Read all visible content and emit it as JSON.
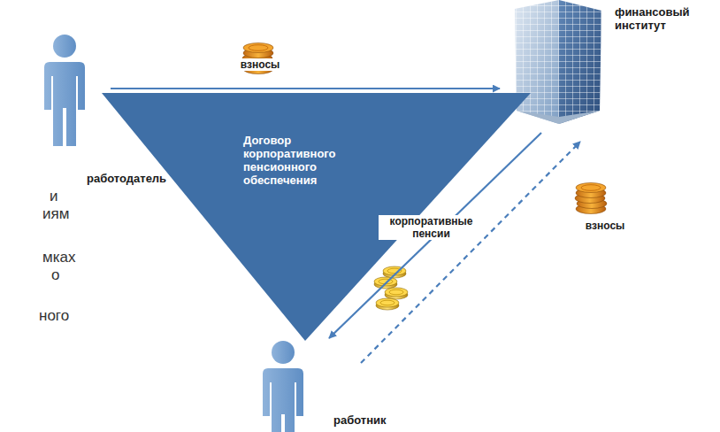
{
  "diagram": {
    "nodes": [
      {
        "text": [
          "работодатель"
        ]
      },
      {
        "text": [
          "финансовый институт"
        ]
      },
      {
        "text": [
          "Договор корпоративного пенсионного обеспечения"
        ]
      },
      {
        "text": [
          "работник"
        ]
      }
    ],
    "edges": [
      {
        "from": 0,
        "to": 1,
        "label": "взносы",
        "arrow": "to"
      },
      {
        "from": 1,
        "to": 3,
        "label": "корпоративные пенсии",
        "arrow": "to"
      },
      {
        "from": 3,
        "to": 1,
        "label": "взносы",
        "arrow": "to"
      }
    ],
    "labels": [
      "и",
      "иям",
      "мках",
      "о",
      "ного"
    ]
  }
}
